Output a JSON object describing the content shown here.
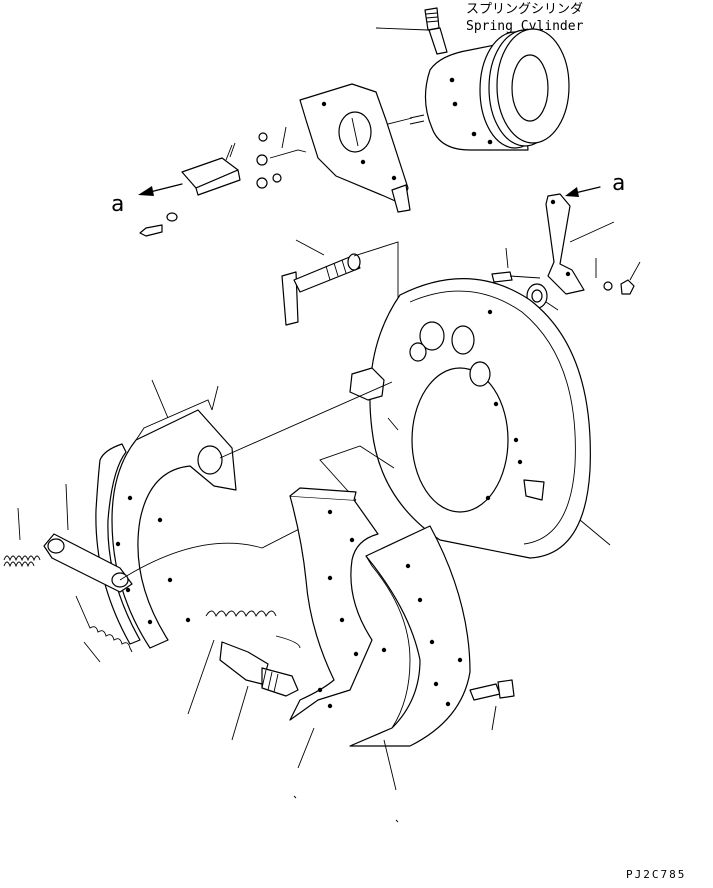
{
  "labels": {
    "spring_cylinder_jp": "スプリングシリンダ",
    "spring_cylinder_en": "Spring Cylinder",
    "arrow_a_left": "a",
    "arrow_a_right": "a",
    "drawing_code": "PJ2C785"
  }
}
